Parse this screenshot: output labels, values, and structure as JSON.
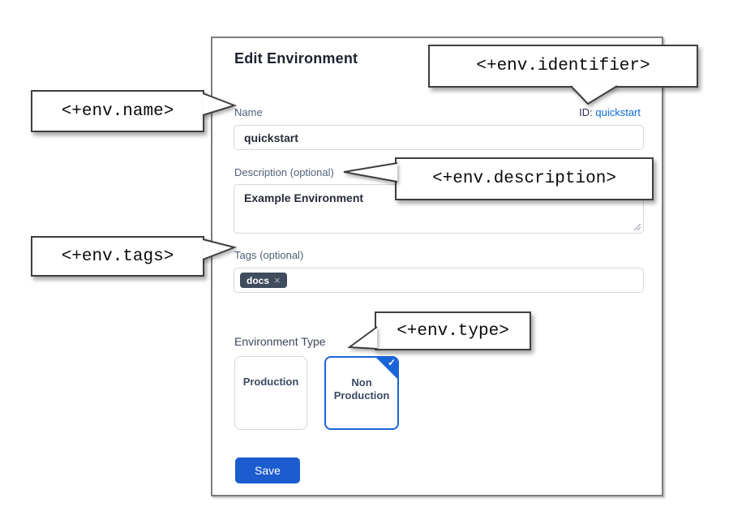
{
  "dialog": {
    "title": "Edit Environment",
    "id_label": "ID:",
    "id_value": "quickstart",
    "name": {
      "label": "Name",
      "value": "quickstart"
    },
    "description": {
      "label": "Description (optional)",
      "value": "Example Environment"
    },
    "tags": {
      "label": "Tags (optional)",
      "chips": [
        {
          "text": "docs"
        }
      ]
    },
    "environment_type": {
      "label": "Environment Type",
      "options": [
        {
          "label": "Production",
          "selected": false
        },
        {
          "label": "Non Production",
          "selected": true
        }
      ]
    },
    "save_label": "Save"
  },
  "callouts": {
    "identifier": "<+env.identifier>",
    "name": "<+env.name>",
    "description": "<+env.description>",
    "tags": "<+env.tags>",
    "type": "<+env.type>"
  },
  "icons": {
    "remove_tag": "×",
    "check": "✓"
  },
  "colors": {
    "save_button_blue": "#1b5ccf",
    "id_link_blue": "#0b6bd7",
    "selected_card_border": "#1a64d9",
    "tag_chip_background": "#3e4c5e",
    "panel_border_gray": "#7e7e7e",
    "callout_border": "#3f3f3f"
  }
}
